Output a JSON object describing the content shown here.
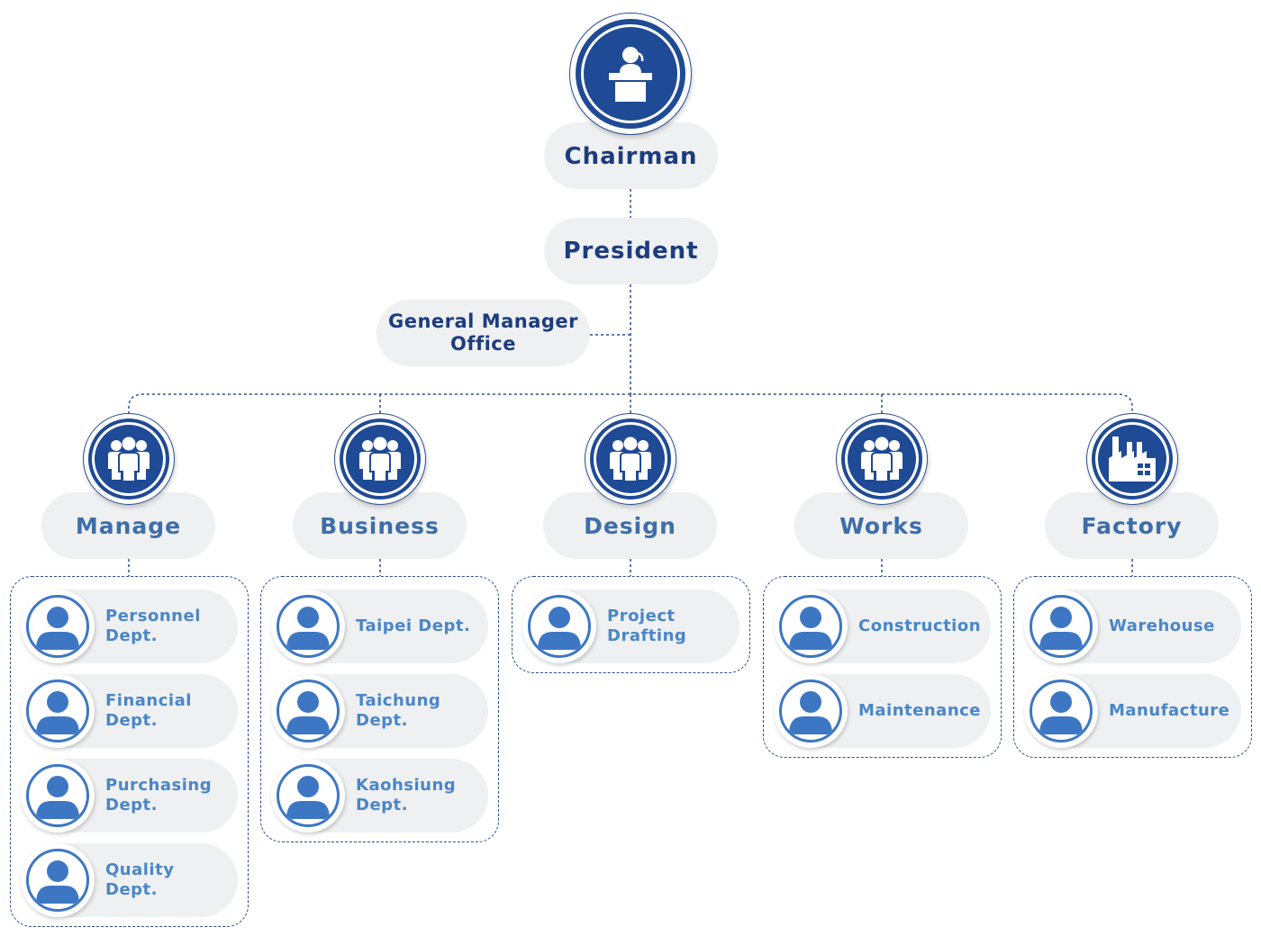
{
  "chart": {
    "top_nodes": {
      "chairman": "Chairman",
      "president": "President",
      "general_manager_office": "General Manager\nOffice"
    },
    "departments": [
      {
        "name": "Manage",
        "icon": "people-group-icon",
        "units": [
          "Personnel\nDept.",
          "Financial\nDept.",
          "Purchasing\nDept.",
          "Quality\nDept."
        ]
      },
      {
        "name": "Business",
        "icon": "people-group-icon",
        "units": [
          "Taipei Dept.",
          "Taichung\nDept.",
          "Kaohsiung\nDept."
        ]
      },
      {
        "name": "Design",
        "icon": "people-group-icon",
        "units": [
          "Project\nDrafting"
        ]
      },
      {
        "name": "Works",
        "icon": "people-group-icon",
        "units": [
          "Construction",
          "Maintenance"
        ]
      },
      {
        "name": "Factory",
        "icon": "factory-icon",
        "units": [
          "Warehouse",
          "Manufacture"
        ]
      }
    ],
    "icons": {
      "chairman": "podium-speaker-icon",
      "unit": "person-avatar-icon"
    }
  },
  "colors": {
    "navy": "#1f4a95",
    "text_dark": "#1d3c7e",
    "text_light": "#4a86c8",
    "pill_bg": "#eef0f1",
    "line": "#2c4e92"
  }
}
